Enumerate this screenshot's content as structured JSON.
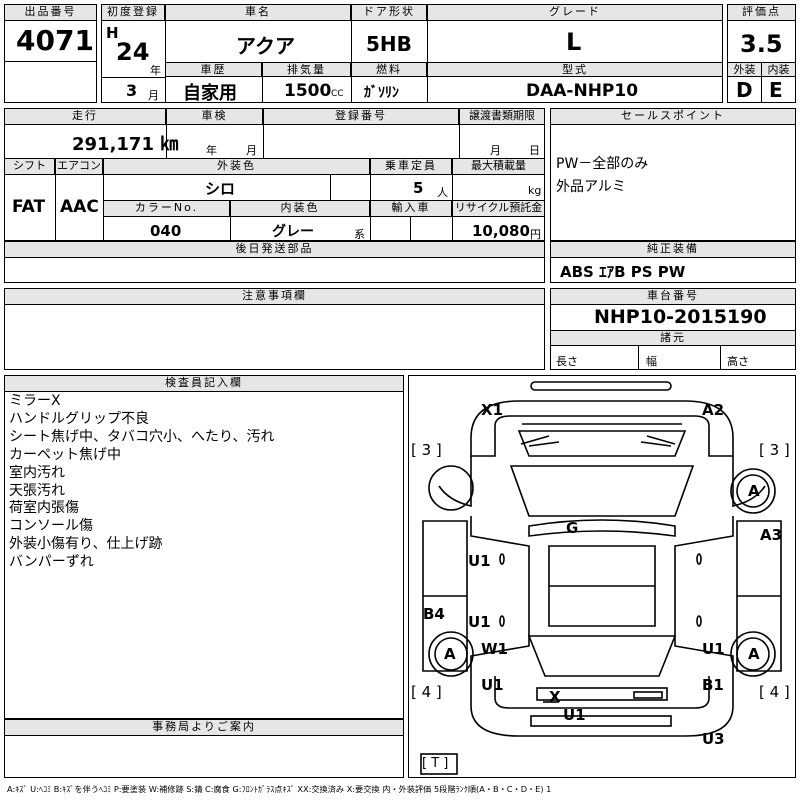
{
  "header": {
    "lot_label": "出品番号",
    "lot_number": "4071",
    "first_reg_label": "初度登録",
    "era": "H",
    "reg_year": "24",
    "year_suffix": "年",
    "reg_month": "3",
    "month_suffix": "月",
    "car_name_label": "車名",
    "car_name": "アクア",
    "door_label": "ドア形状",
    "door": "5HB",
    "grade_label": "グレード",
    "grade": "L",
    "score_label": "評価点",
    "score": "3.5",
    "history_label": "車歴",
    "history": "自家用",
    "displacement_label": "排気量",
    "displacement": "1500",
    "displacement_unit": "CC",
    "fuel_label": "燃料",
    "fuel": "ｶﾞｿﾘﾝ",
    "model_label": "型式",
    "model": "DAA-NHP10",
    "exterior_label": "外装",
    "exterior": "D",
    "interior_label": "内装",
    "interior": "E"
  },
  "details": {
    "mileage_label": "走行",
    "mileage": "291,171 ㎞",
    "inspection_label": "車検",
    "inspection_year_suffix": "年",
    "inspection_month_suffix": "月",
    "registration_label": "登録番号",
    "transfer_label": "譲渡書類期限",
    "transfer_month_suffix": "月",
    "transfer_day_suffix": "日",
    "shift_label": "シフト",
    "shift": "FAT",
    "aircon_label": "エアコン",
    "aircon": "AAC",
    "ext_color_label": "外装色",
    "ext_color": "シロ",
    "capacity_label": "乗車定員",
    "capacity": "5",
    "capacity_unit": "人",
    "load_label": "最大積載量",
    "load_unit": "kg",
    "color_no_label": "カラーNo.",
    "color_no": "040",
    "int_color_label": "内装色",
    "int_color": "グレー",
    "int_color_suffix": "系",
    "import_label": "輸入車",
    "recycle_label": "リサイクル預託金",
    "recycle": "10,080",
    "recycle_unit": "円",
    "later_parts_label": "後日発送部品"
  },
  "sales": {
    "label": "セールスポイント",
    "lines": [
      "PW－全部のみ",
      "外品アルミ"
    ],
    "equipment_label": "純正装備",
    "equipment": "ABS ｴｱB PS PW"
  },
  "notes_label": "注意事項欄",
  "chassis": {
    "label": "車台番号",
    "number": "NHP10-2015190",
    "spec_label": "諸元",
    "length_label": "長さ",
    "width_label": "幅",
    "height_label": "高さ"
  },
  "inspector": {
    "label": "検査員記入欄",
    "lines": [
      "ミラーX",
      "ハンドルグリップ不良",
      "シート焦げ中、タバコ穴小、へたり、汚れ",
      "カーペット焦げ中",
      "室内汚れ",
      "天張汚れ",
      "荷室内張傷",
      "コンソール傷",
      "外装小傷有り、仕上げ跡",
      "バンパーずれ"
    ]
  },
  "office_label": "事務局よりご案内",
  "diagram": {
    "marks": {
      "x1": "X1",
      "a2": "A2",
      "g": "G",
      "a3": "A3",
      "u1_a": "U1",
      "u1_b": "U1",
      "w1": "W1",
      "u1_c": "U1",
      "u1_d": "U1",
      "b1": "B1",
      "b4": "B4",
      "x": "X",
      "u1_e": "U1",
      "u3": "U3",
      "wheel_fr": "A",
      "wheel_rl": "A",
      "wheel_rr": "A"
    },
    "tire_fl": "[ 3 ]",
    "tire_fr": "[ 3 ]",
    "tire_rl": "[ 4 ]",
    "tire_rr": "[ 4 ]",
    "tire_spare": "[ T ]"
  },
  "legend": "A:ｷｽﾞ U:ﾍｺﾐ B:ｷｽﾞを伴うﾍｺﾐ P:要塗装 W:補修跡 S:錆 C:腐食 G:ﾌﾛﾝﾄｶﾞﾗｽ点ｷｽﾞ XX:交換済み X:要交換 内・外装評価 5段階ﾗﾝｸ順(A・B・C・D・E) 1"
}
